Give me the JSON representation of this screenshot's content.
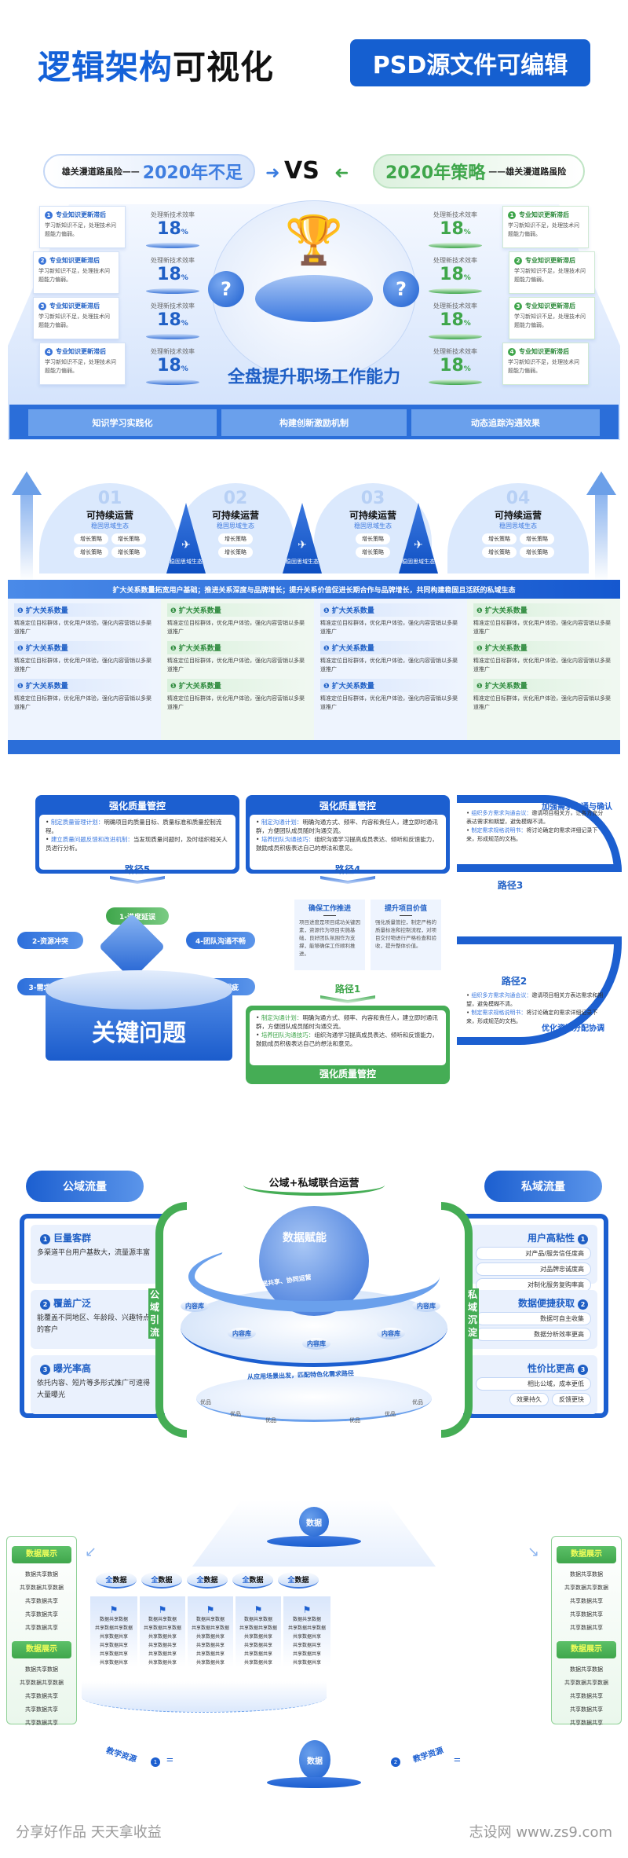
{
  "header": {
    "title_blue": "逻辑架构",
    "title_black": "可视化",
    "badge": "PSD源文件可编辑"
  },
  "section1": {
    "left_pill": {
      "subtitle": "雄关漫道路虽险——",
      "title": "2020年不足"
    },
    "vs": "VS",
    "right_pill": {
      "title": "2020年策略",
      "subtitle": "——雄关漫道路虽险"
    },
    "left_cards": [
      {
        "num": "1",
        "title": "专业知识更新滞后",
        "desc": "学习新知识不足，处理技术问题能力偏弱。"
      },
      {
        "num": "2",
        "title": "专业知识更新滞后",
        "desc": "学习新知识不足，处理技术问题能力偏弱。"
      },
      {
        "num": "3",
        "title": "专业知识更新滞后",
        "desc": "学习新知识不足，处理技术问题能力偏弱。"
      },
      {
        "num": "4",
        "title": "专业知识更新滞后",
        "desc": "学习新知识不足，处理技术问题能力偏弱。"
      }
    ],
    "right_cards": [
      {
        "num": "1",
        "title": "专业知识更新滞后",
        "desc": "学习新知识不足，处理技术问题能力偏弱。"
      },
      {
        "num": "2",
        "title": "专业知识更新滞后",
        "desc": "学习新知识不足，处理技术问题能力偏弱。"
      },
      {
        "num": "3",
        "title": "专业知识更新滞后",
        "desc": "学习新知识不足，处理技术问题能力偏弱。"
      },
      {
        "num": "4",
        "title": "专业知识更新滞后",
        "desc": "学习新知识不足，处理技术问题能力偏弱。"
      }
    ],
    "stat_label": "处理新技术效率",
    "stat_value": "18",
    "stat_unit": "%",
    "question_mark": "?",
    "caption": "全盘提升职场工作能力",
    "bottom_buttons": [
      "知识学习实践化",
      "构建创新激励机制",
      "动态追踪沟通效果"
    ]
  },
  "section2": {
    "domes": [
      {
        "num": "01",
        "title": "可持续运营",
        "sub": "稳固思域生态",
        "tags": [
          "增长策略",
          "增长策略",
          "增长策略",
          "增长策略"
        ]
      },
      {
        "num": "02",
        "title": "可持续运营",
        "sub": "稳固思域生态",
        "tags": [
          "增长策略",
          "增长策略"
        ]
      },
      {
        "num": "03",
        "title": "可持续运营",
        "sub": "稳固思域生态",
        "tags": [
          "增长策略",
          "增长策略"
        ]
      },
      {
        "num": "04",
        "title": "可持续运营",
        "sub": "稳固思域生态",
        "tags": [
          "增长策略",
          "增长策略",
          "增长策略",
          "增长策略"
        ]
      }
    ],
    "spike_label": "稳固思域生态",
    "banner": "扩大关系数量拓宽用户基础；推进关系深度与品牌增长；提升关系价值促进长期合作与品牌增长，共同构建稳固且活跃的私域生态",
    "item_title": "扩大关系数量",
    "item_desc": "精准定位目标群体，优化用户体验，强化内容营销以多渠道推广"
  },
  "section3": {
    "top_cards": [
      {
        "title": "强化质量管控",
        "b1_key": "制定质量管理计划：",
        "b1_text": "明确项目的质量目标、质量标准和质量控制流程。",
        "b2_key": "建立质量问题反馈和改进机制：",
        "b2_text": "当发现质量问题时，及时组织相关人员进行分析。",
        "path": "路径5"
      },
      {
        "title": "强化质量管控",
        "b1_key": "制定沟通计划：",
        "b1_text": "明确沟通方式、频率、内容和责任人，建立即时通讯群，方便团队成员随时沟通交流。",
        "b2_key": "培养团队沟通技巧：",
        "b2_text": "组织沟通学习提高成员表达、倾听和反馈能力，鼓励成员积极表达自己的想法和意见。",
        "path": "路径4"
      }
    ],
    "bottom_card": {
      "title": "强化质量管控",
      "b1_key": "制定沟通计划：",
      "b1_text": "明确沟通方式、频率、内容和责任人，建立即时通讯群，方便团队成员随时沟通交流。",
      "b2_key": "培养团队沟通技巧：",
      "b2_text": "组织沟通学习提高成员表达、倾听和反馈能力，鼓励成员积极表达自己的想法和意见。",
      "path": "路径1"
    },
    "arc_top": {
      "title": "加强需求沟通与确认",
      "b1_key": "组织多方需求沟通会议：",
      "b1_text": "邀请项目相关方，让各方充分表达需求和期望，避免模糊不清。",
      "b2_key": "制定需求规格说明书：",
      "b2_text": "将讨论确定的需求详细记录下来，形成规范的文档。",
      "path": "路径3"
    },
    "arc_bottom": {
      "title": "优化资源分配协调",
      "b1_key": "组织多方需求沟通会议：",
      "b1_text": "邀请项目相关方表达需求和期望，避免模糊不清。",
      "b2_key": "制定需求规格说明书：",
      "b2_text": "将讨论确定的需求详细记录下来，形成规范的文档。",
      "path": "路径2"
    },
    "problems": [
      "1-进度延误",
      "2-资源冲突",
      "3-需求不明确",
      "4-团队沟通不畅",
      "5-质量瑕疵"
    ],
    "key_label": "关键问题",
    "mid_boxes": [
      {
        "title": "确保工作推进",
        "desc": "项目进度是项目成功关键因素，资源作为项目实施基础，良好团队氛围作为支撑，能够确保工作顺利推进。"
      },
      {
        "title": "提升项目价值",
        "desc": "强化质量管控，制定严格的质量标准和控制流程，对项目交付物进行严格检查和验收，提升整体价值。"
      }
    ]
  },
  "section4": {
    "title": "公域+私域联合运营",
    "left_pill": "公域流量",
    "right_pill": "私域流量",
    "left_arc": "公域引流",
    "right_arc": "私域沉淀",
    "left_items": [
      {
        "num": "1",
        "title": "巨量客群",
        "desc": "多渠道平台用户基数大，流量源丰富"
      },
      {
        "num": "2",
        "title": "覆盖广泛",
        "desc": "能覆盖不同地区、年龄段、兴趣特点的客户"
      },
      {
        "num": "3",
        "title": "曝光率高",
        "desc": "依托内容、短片等多形式推广可速得大量曝光"
      }
    ],
    "right_items": [
      {
        "num": "1",
        "title": "用户高粘性",
        "chips": [
          "对产品/服务信任度高",
          "对品牌忠诚度高",
          "对制化服务复购率高"
        ]
      },
      {
        "num": "2",
        "title": "数据便捷获取",
        "chips": [
          "数据可自主收集",
          "数据分析效率更高"
        ]
      },
      {
        "num": "3",
        "title": "性价比更高",
        "chips": [
          "相比公域，成本更低",
          "效果持久",
          "反馈更快"
        ]
      }
    ],
    "globe_label": "数据赋能",
    "ring_text": "流量互通、数据共享、协同运营",
    "library": "内容库",
    "band_text": "从应用场景出发，匹配特色化需求路径",
    "product": "优品"
  },
  "section5": {
    "top_orb": "数据",
    "bottom_orb": "数据",
    "all_data_prefix": "全",
    "all_data_suffix": "数据",
    "side_header": "数据展示",
    "side_lines": [
      "数据共享数据",
      "共享数据共享数据",
      "共享数据共享",
      "共享数据共享",
      "共享数据共享"
    ],
    "col_lines": [
      "数据共享数据",
      "共享数据共享数据",
      "共享数据共享",
      "共享数据共享",
      "共享数据共享",
      "共享数据共享"
    ],
    "teach_left": "教学资源",
    "teach_right": "教学资源",
    "num1": "1",
    "num2": "2"
  },
  "footer": {
    "left": "分享好作品 天天拿收益",
    "right": "志设网 www.zs9.com"
  }
}
